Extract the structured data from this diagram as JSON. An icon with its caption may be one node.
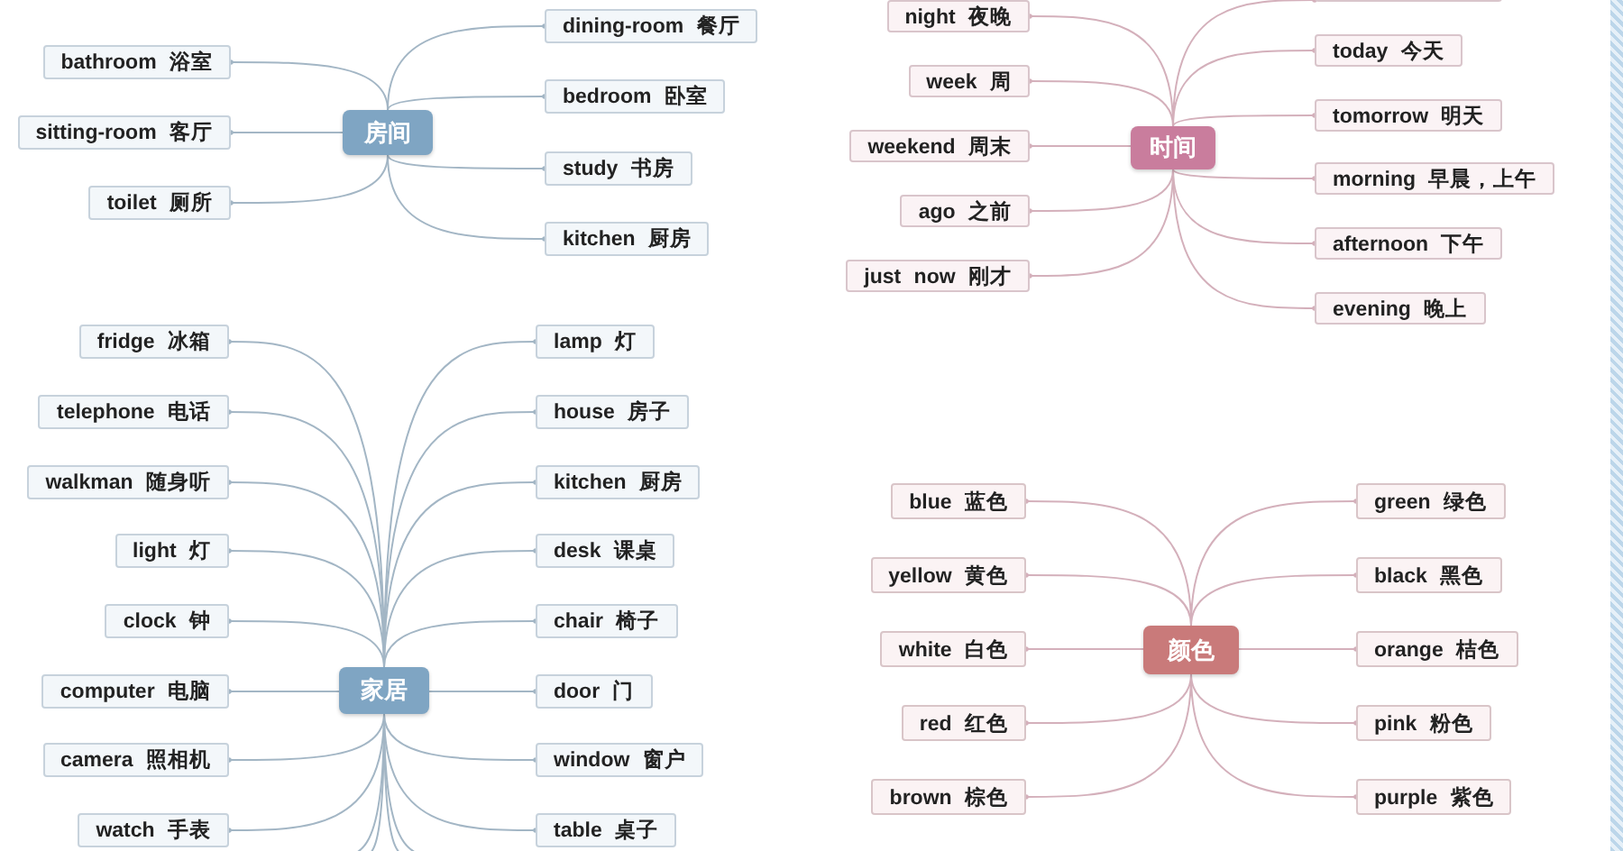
{
  "diagram": {
    "nodes": [
      {
        "text": [
          "房间"
        ]
      },
      {
        "text": [
          "bathroom 浴室"
        ]
      },
      {
        "text": [
          "sitting-room 客厅"
        ]
      },
      {
        "text": [
          "toilet 厕所"
        ]
      },
      {
        "text": [
          "dining-room 餐厅"
        ]
      },
      {
        "text": [
          "bedroom 卧室"
        ]
      },
      {
        "text": [
          "study 书房"
        ]
      },
      {
        "text": [
          "kitchen 厨房"
        ]
      },
      {
        "text": [
          "时间"
        ]
      },
      {
        "text": [
          "night 夜晚"
        ]
      },
      {
        "text": [
          "week 周"
        ]
      },
      {
        "text": [
          "weekend 周末"
        ]
      },
      {
        "text": [
          "ago 之前"
        ]
      },
      {
        "text": [
          "just now 刚才"
        ]
      },
      {
        "text": [],
        "shape": "box"
      },
      {
        "text": [
          "today 今天"
        ]
      },
      {
        "text": [
          "tomorrow 明天"
        ]
      },
      {
        "text": [
          "morning 早晨，上午"
        ]
      },
      {
        "text": [
          "afternoon 下午"
        ]
      },
      {
        "text": [
          "evening 晚上"
        ]
      },
      {
        "text": [
          "家居"
        ]
      },
      {
        "text": [
          "fridge 冰箱"
        ]
      },
      {
        "text": [
          "telephone 电话"
        ]
      },
      {
        "text": [
          "walkman 随身听"
        ]
      },
      {
        "text": [
          "light 灯"
        ]
      },
      {
        "text": [
          "clock 钟"
        ]
      },
      {
        "text": [
          "computer 电脑"
        ]
      },
      {
        "text": [
          "camera 照相机"
        ]
      },
      {
        "text": [
          "watch 手表"
        ]
      },
      {
        "text": [
          "lamp 灯"
        ]
      },
      {
        "text": [
          "house 房子"
        ]
      },
      {
        "text": [
          "kitchen 厨房"
        ]
      },
      {
        "text": [
          "desk 课桌"
        ]
      },
      {
        "text": [
          "chair 椅子"
        ]
      },
      {
        "text": [
          "door 门"
        ]
      },
      {
        "text": [
          "window 窗户"
        ]
      },
      {
        "text": [
          "table 桌子"
        ]
      },
      {
        "text": [
          "颜色"
        ]
      },
      {
        "text": [
          "blue 蓝色"
        ]
      },
      {
        "text": [
          "yellow 黄色"
        ]
      },
      {
        "text": [
          "white 白色"
        ]
      },
      {
        "text": [
          "red 红色"
        ]
      },
      {
        "text": [
          "brown 棕色"
        ]
      },
      {
        "text": [
          "green 绿色"
        ]
      },
      {
        "text": [
          "black 黑色"
        ]
      },
      {
        "text": [
          "orange 桔色"
        ]
      },
      {
        "text": [
          "pink 粉色"
        ]
      },
      {
        "text": [
          "purple 紫色"
        ]
      }
    ],
    "edges": [
      {
        "from": 0,
        "to": 1,
        "arrow": "other"
      },
      {
        "from": 0,
        "to": 2,
        "arrow": "other"
      },
      {
        "from": 0,
        "to": 3,
        "arrow": "other"
      },
      {
        "from": 0,
        "to": 4,
        "arrow": "other"
      },
      {
        "from": 0,
        "to": 5,
        "arrow": "other"
      },
      {
        "from": 0,
        "to": 6,
        "arrow": "other"
      },
      {
        "from": 0,
        "to": 7,
        "arrow": "other"
      },
      {
        "from": 8,
        "to": 9,
        "arrow": "other",
        "color": "#d4b0bb"
      },
      {
        "from": 8,
        "to": 10,
        "arrow": "other",
        "color": "#d4b0bb"
      },
      {
        "from": 8,
        "to": 11,
        "arrow": "other",
        "color": "#d4b0bb"
      },
      {
        "from": 8,
        "to": 12,
        "arrow": "other",
        "color": "#d4b0bb"
      },
      {
        "from": 8,
        "to": 13,
        "arrow": "other",
        "color": "#d4b0bb"
      },
      {
        "from": 8,
        "to": 14,
        "arrow": "other",
        "color": "#d4b0bb"
      },
      {
        "from": 8,
        "to": 15,
        "arrow": "other",
        "color": "#d4b0bb"
      },
      {
        "from": 8,
        "to": 16,
        "arrow": "other",
        "color": "#d4b0bb"
      },
      {
        "from": 8,
        "to": 17,
        "arrow": "other",
        "color": "#d4b0bb"
      },
      {
        "from": 8,
        "to": 18,
        "arrow": "other",
        "color": "#d4b0bb"
      },
      {
        "from": 8,
        "to": 19,
        "arrow": "other",
        "color": "#d4b0bb"
      },
      {
        "from": 20,
        "to": 21,
        "arrow": "other"
      },
      {
        "from": 20,
        "to": 22,
        "arrow": "other"
      },
      {
        "from": 20,
        "to": 23,
        "arrow": "other"
      },
      {
        "from": 20,
        "to": 24,
        "arrow": "other"
      },
      {
        "from": 20,
        "to": 25,
        "arrow": "other"
      },
      {
        "from": 20,
        "to": 26,
        "arrow": "other"
      },
      {
        "from": 20,
        "to": 27,
        "arrow": "other"
      },
      {
        "from": 20,
        "to": 28,
        "arrow": "other"
      },
      {
        "from": 20,
        "to": 29,
        "arrow": "other"
      },
      {
        "from": 20,
        "to": 30,
        "arrow": "other"
      },
      {
        "from": 20,
        "to": 31,
        "arrow": "other"
      },
      {
        "from": 20,
        "to": 32,
        "arrow": "other"
      },
      {
        "from": 20,
        "to": 33,
        "arrow": "other"
      },
      {
        "from": 20,
        "to": 34,
        "arrow": "other"
      },
      {
        "from": 20,
        "to": 35,
        "arrow": "other"
      },
      {
        "from": 20,
        "to": 36,
        "arrow": "other"
      },
      {
        "from": 20,
        "to": null,
        "arrow": "none"
      },
      {
        "from": 20,
        "to": null,
        "arrow": "none"
      },
      {
        "from": 20,
        "to": null,
        "arrow": "none"
      },
      {
        "from": 20,
        "to": null,
        "arrow": "none"
      },
      {
        "from": 37,
        "to": 38,
        "arrow": "other",
        "color": "#d4b0bb"
      },
      {
        "from": 37,
        "to": 39,
        "arrow": "other",
        "color": "#d4b0bb"
      },
      {
        "from": 37,
        "to": 40,
        "arrow": "other",
        "color": "#d4b0bb"
      },
      {
        "from": 37,
        "to": 41,
        "arrow": "other",
        "color": "#d4b0bb"
      },
      {
        "from": 37,
        "to": 42,
        "arrow": "other",
        "color": "#d4b0bb"
      },
      {
        "from": 37,
        "to": 43,
        "arrow": "other",
        "color": "#d4b0bb"
      },
      {
        "from": 37,
        "to": 44,
        "arrow": "other",
        "color": "#d4b0bb"
      },
      {
        "from": 37,
        "to": 45,
        "arrow": "other",
        "color": "#d4b0bb"
      },
      {
        "from": 37,
        "to": 46,
        "arrow": "other",
        "color": "#d4b0bb"
      },
      {
        "from": 37,
        "to": 47,
        "arrow": "other",
        "color": "#d4b0bb"
      }
    ]
  }
}
